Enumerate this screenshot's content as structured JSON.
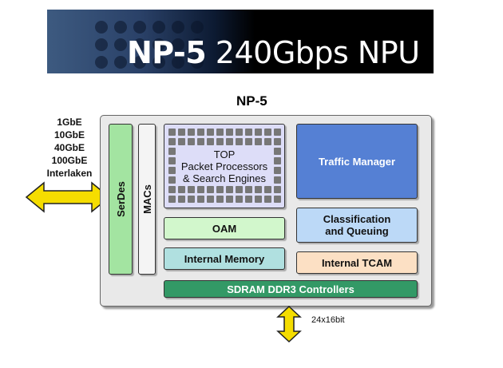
{
  "banner": {
    "title_bold": "NP-5",
    "title_rest": " 240Gbps NPU"
  },
  "chip": {
    "title": "NP-5"
  },
  "ports": {
    "labels": [
      "1GbE",
      "10GbE",
      "40GbE",
      "100GbE",
      "Interlaken"
    ]
  },
  "blocks": {
    "serdes": "SerDes",
    "macs": "MACs",
    "top": [
      "TOP",
      "Packet Processors",
      "& Search Engines"
    ],
    "traffic_manager": "Traffic Manager",
    "oam": "OAM",
    "classification": [
      "Classification",
      "and Queuing"
    ],
    "internal_memory": "Internal Memory",
    "internal_tcam": "Internal TCAM",
    "sdram": "SDRAM DDR3 Controllers"
  },
  "memory_interface": {
    "label": "24x16bit"
  },
  "colors": {
    "serdes": "#a3e4a1",
    "macs": "#f4f4f4",
    "top": "#ddddf8",
    "traffic_manager": "#5580d4",
    "oam": "#d2f7cc",
    "classification": "#bcd9f7",
    "internal_memory": "#b0e0e0",
    "internal_tcam": "#fce0c4",
    "sdram": "#339966",
    "arrow": "#f5dd00"
  }
}
